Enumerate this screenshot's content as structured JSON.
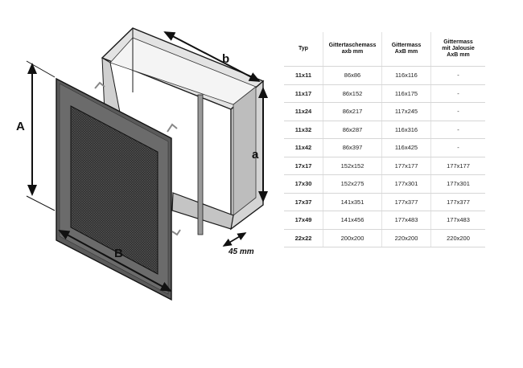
{
  "drawing": {
    "labels": {
      "A": "A",
      "B": "B",
      "a": "a",
      "b": "b",
      "depth": "45 mm"
    },
    "colors": {
      "frame": "#5a5a5a",
      "mesh": "#2b2b2b",
      "box": "#c9c9c9",
      "outline": "#1a1a1a"
    }
  },
  "table": {
    "headers": {
      "typ": "Typ",
      "col1_line1": "Gittertaschemass",
      "col1_line2": "axb mm",
      "col2_line1": "Gittermass",
      "col2_line2": "AxB mm",
      "col3_line1": "Gittermass",
      "col3_line2": "mit Jalousie",
      "col3_line3": "AxB mm"
    },
    "rows": [
      {
        "typ": "11x11",
        "pocket": "86x86",
        "grid": "116x116",
        "louvre": "-"
      },
      {
        "typ": "11x17",
        "pocket": "86x152",
        "grid": "116x175",
        "louvre": "-"
      },
      {
        "typ": "11x24",
        "pocket": "86x217",
        "grid": "117x245",
        "louvre": "-"
      },
      {
        "typ": "11x32",
        "pocket": "86x287",
        "grid": "116x316",
        "louvre": "-"
      },
      {
        "typ": "11x42",
        "pocket": "86x397",
        "grid": "116x425",
        "louvre": "-"
      },
      {
        "typ": "17x17",
        "pocket": "152x152",
        "grid": "177x177",
        "louvre": "177x177"
      },
      {
        "typ": "17x30",
        "pocket": "152x275",
        "grid": "177x301",
        "louvre": "177x301"
      },
      {
        "typ": "17x37",
        "pocket": "141x351",
        "grid": "177x377",
        "louvre": "177x377"
      },
      {
        "typ": "17x49",
        "pocket": "141x456",
        "grid": "177x483",
        "louvre": "177x483"
      },
      {
        "typ": "22x22",
        "pocket": "200x200",
        "grid": "220x200",
        "louvre": "220x200"
      }
    ]
  }
}
